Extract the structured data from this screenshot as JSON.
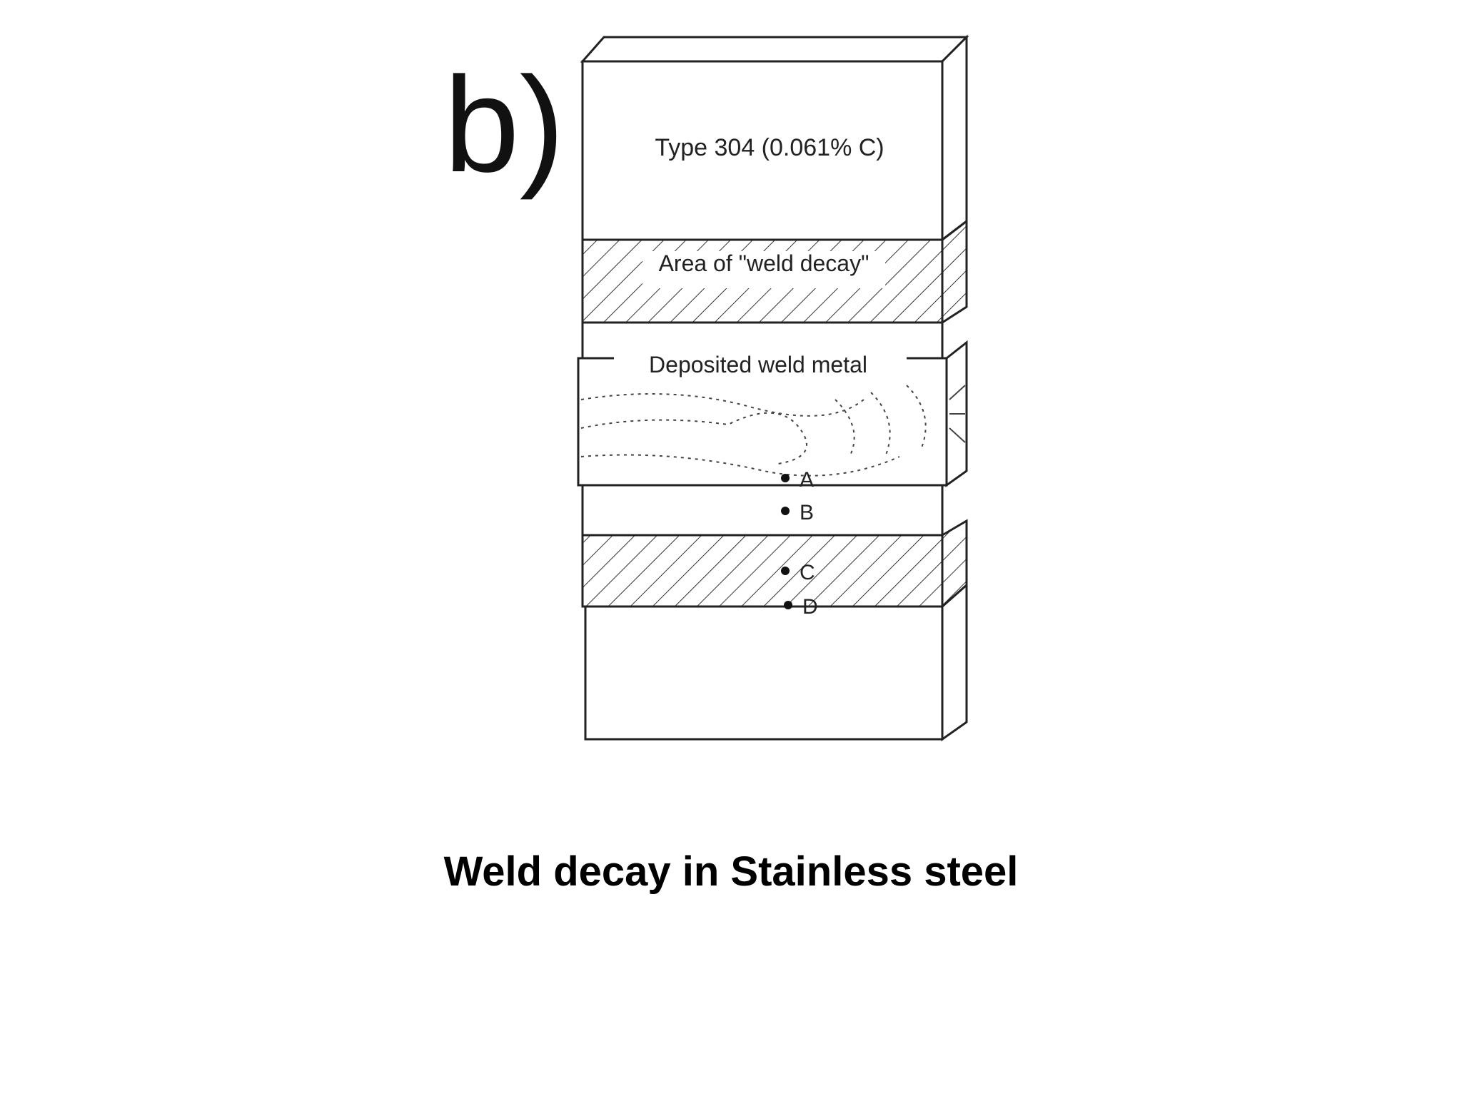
{
  "panel_label": "b)",
  "diagram": {
    "base_metal_label": "Type 304 (0.061% C)",
    "decay_zone_label": "Area of \"weld decay\"",
    "weld_metal_label": "Deposited weld metal",
    "points": [
      "A",
      "B",
      "C",
      "D"
    ]
  },
  "caption": "Weld decay in Stainless steel"
}
